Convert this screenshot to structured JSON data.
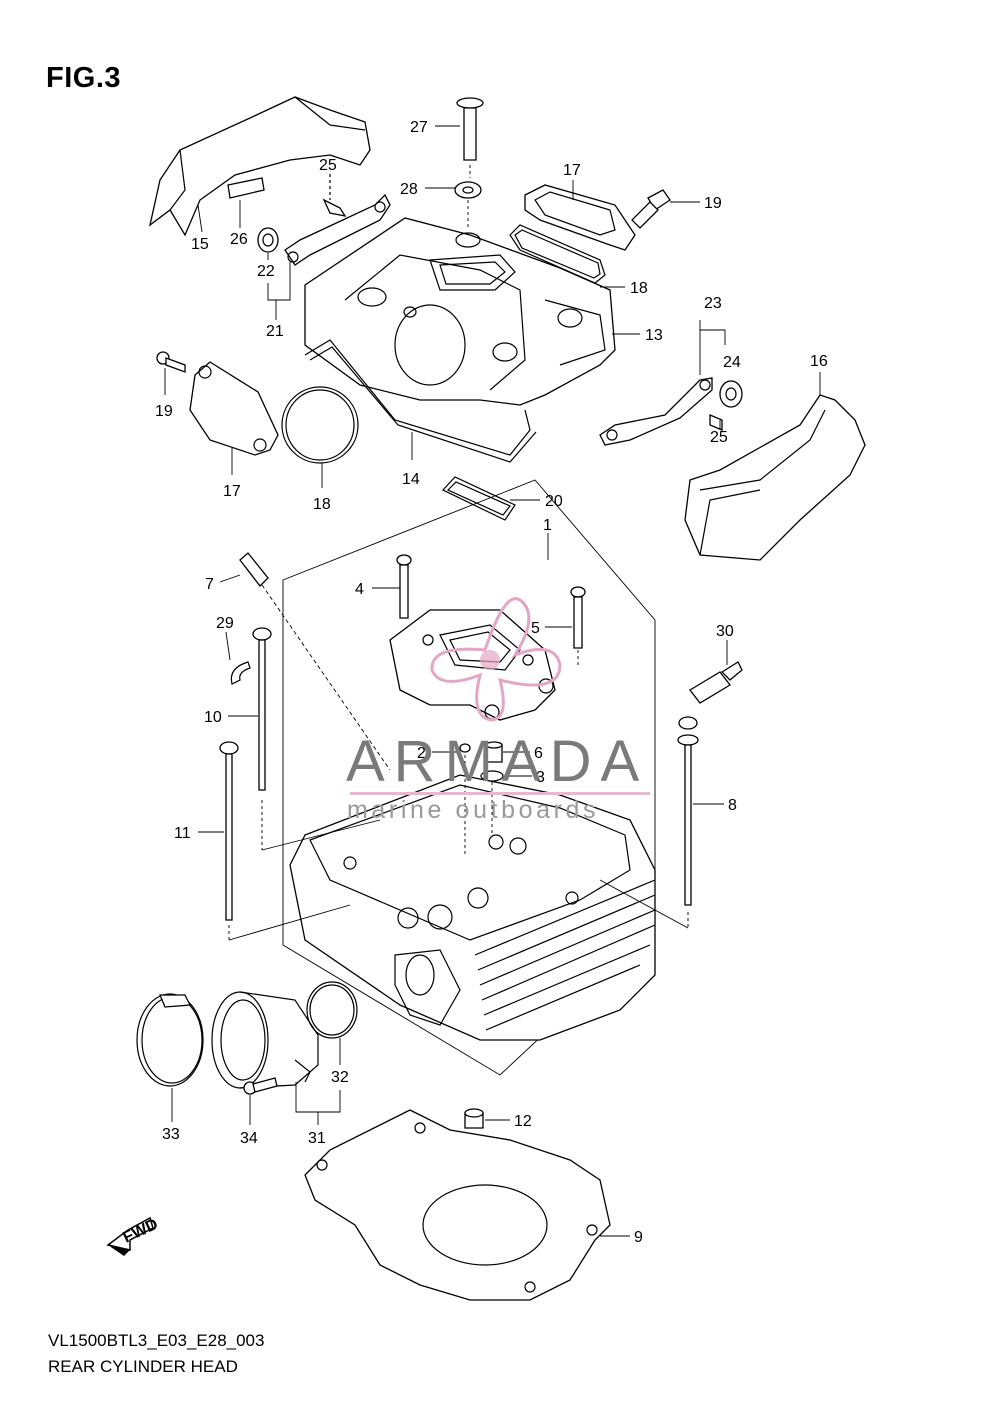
{
  "header": {
    "figure_label": "FIG.3"
  },
  "footer": {
    "code": "VL1500BTL3_E03_E28_003",
    "title": "REAR CYLINDER HEAD"
  },
  "watermark": {
    "brand": "ARMADA",
    "tagline": "marine outboards",
    "accent_color": "#d9a0c0",
    "text_color": "#7a7a7a"
  },
  "fwd_arrow": {
    "label": "FWD"
  },
  "callouts": {
    "c1": "1",
    "c2": "2",
    "c3": "3",
    "c4": "4",
    "c5": "5",
    "c6": "6",
    "c7": "7",
    "c8": "8",
    "c9": "9",
    "c10": "10",
    "c11": "11",
    "c12": "12",
    "c13": "13",
    "c14": "14",
    "c15": "15",
    "c16": "16",
    "c17a": "17",
    "c17b": "17",
    "c18a": "18",
    "c18b": "18",
    "c19a": "19",
    "c19b": "19",
    "c20": "20",
    "c21": "21",
    "c22": "22",
    "c23": "23",
    "c24": "24",
    "c25a": "25",
    "c25b": "25",
    "c26": "26",
    "c27": "27",
    "c28": "28",
    "c29": "29",
    "c30": "30",
    "c31": "31",
    "c32": "32",
    "c33": "33",
    "c34": "34"
  }
}
